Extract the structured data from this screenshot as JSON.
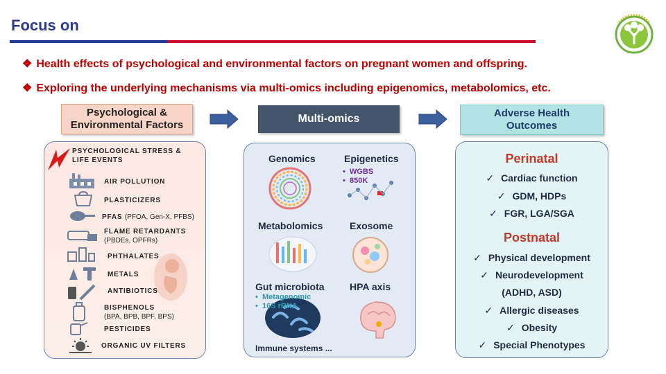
{
  "title": "Focus on",
  "bullets": [
    "Health effects of psychological and environmental factors on pregnant women and offspring.",
    "Exploring the underlying mechanisms via multi-omics including epigenomics, metabolomics, etc."
  ],
  "bullet_marker": "❖",
  "headers": {
    "psychological_line1": "Psychological &",
    "psychological_line2": "Environmental Factors",
    "multi_omics": "Multi-omics",
    "adverse_line1": "Adverse Health",
    "adverse_line2": "Outcomes"
  },
  "factors": {
    "stress_line1": "PSYCHOLOGICAL STRESS &",
    "stress_line2": "LIFE EVENTS",
    "air": "AIR POLLUTION",
    "plasticizers": "PLASTICIZERS",
    "pfas": "PFAS",
    "pfas_sub": "(PFOA, Gen-X, PFBS)",
    "flame": "FLAME RETARDANTS",
    "flame_sub": "(PBDEs, OPFRs)",
    "phthalates": "PHTHALATES",
    "metals": "METALS",
    "antibiotics": "ANTIBIOTICS",
    "bisphenols": "BISPHENOLS",
    "bisphenols_sub": "(BPA, BPB, BPF, BPS)",
    "pesticides": "PESTICIDES",
    "uv": "ORGANIC UV FILTERS"
  },
  "omics": {
    "genomics": "Genomics",
    "epigenetics": "Epigenetics",
    "epi_items": [
      "WGBS",
      "850K"
    ],
    "metabolomics": "Metabolomics",
    "exosome": "Exosome",
    "gut": "Gut microbiota",
    "gut_items": [
      "Metagenomic",
      "16S rRNA"
    ],
    "hpa": "HPA axis",
    "immune": "Immune systems ..."
  },
  "outcomes": {
    "perinatal": "Perinatal",
    "perinatal_items": [
      "Cardiac function",
      "GDM, HDPs",
      "FGR, LGA/SGA"
    ],
    "postnatal": "Postnatal",
    "postnatal_items": [
      "Physical development",
      "Neurodevelopment",
      "(ADHD, ASD)",
      "Allergic diseases",
      "Obesity",
      "Special Phenotypes"
    ],
    "check_mark": "✓"
  },
  "colors": {
    "title": "#2d3a8c",
    "bullet_red": "#c00000",
    "section_red": "#c0392b",
    "omics_header": "#44546a",
    "arrow": "#3d5f9e"
  }
}
